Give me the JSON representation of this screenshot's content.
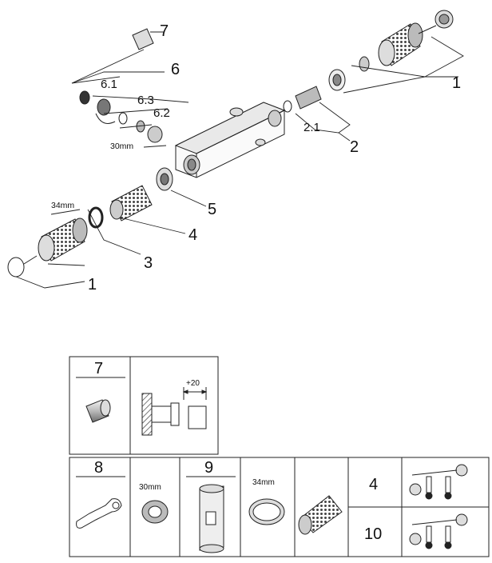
{
  "exploded_view": {
    "labels": {
      "p1_right": "1",
      "p2": "2",
      "p2_1": "2.1",
      "p1_left": "1",
      "p3": "3",
      "p4": "4",
      "p5": "5",
      "p6": "6",
      "p6_1": "6.1",
      "p6_2": "6.2",
      "p6_3": "6.3",
      "p7": "7",
      "size_30mm": "30mm",
      "size_34mm": "34mm"
    }
  },
  "parts_table": {
    "item7": {
      "number": "7",
      "dimension": "+20"
    },
    "item8": {
      "number": "8"
    },
    "nut_size": "30mm",
    "item9": {
      "number": "9"
    },
    "ring_size": "34mm",
    "kit_a": {
      "number": "4"
    },
    "kit_b": {
      "number": "10"
    }
  }
}
